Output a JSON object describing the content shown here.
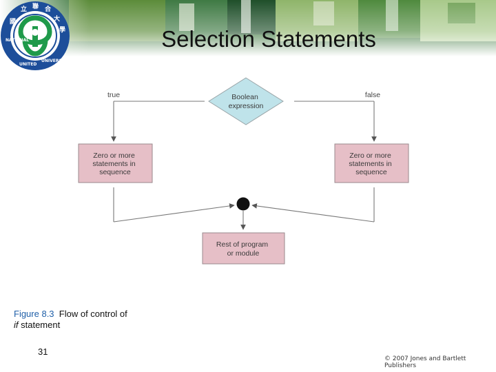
{
  "slide": {
    "title": "Selection Statements",
    "page_number": "31",
    "copyright": "© 2007 Jones and Bartlett Publishers"
  },
  "logo": {
    "name": "national-united-university-seal",
    "ring_text": "NATIONAL UNITED UNIVERSITY",
    "top_text": "國立聯合大學",
    "colors": {
      "blue": "#1d4e9a",
      "green": "#1f9a4a"
    }
  },
  "diagram": {
    "decision_label": "Boolean expression",
    "decision_lines": [
      "Boolean",
      "expression"
    ],
    "true_label": "true",
    "false_label": "false",
    "left_box_lines": [
      "Zero or more",
      "statements in",
      "sequence"
    ],
    "right_box_lines": [
      "Zero or more",
      "statements in",
      "sequence"
    ],
    "end_box_lines": [
      "Rest of program",
      "or module"
    ],
    "colors": {
      "decision_fill": "#bfe3ea",
      "box_fill": "#e6bfc7",
      "text": "#3a3a3a",
      "line": "#666666"
    }
  },
  "caption": {
    "figure_label": "Figure 8.3",
    "text_1": "Flow of control of",
    "keyword": "if",
    "text_2": "statement"
  }
}
